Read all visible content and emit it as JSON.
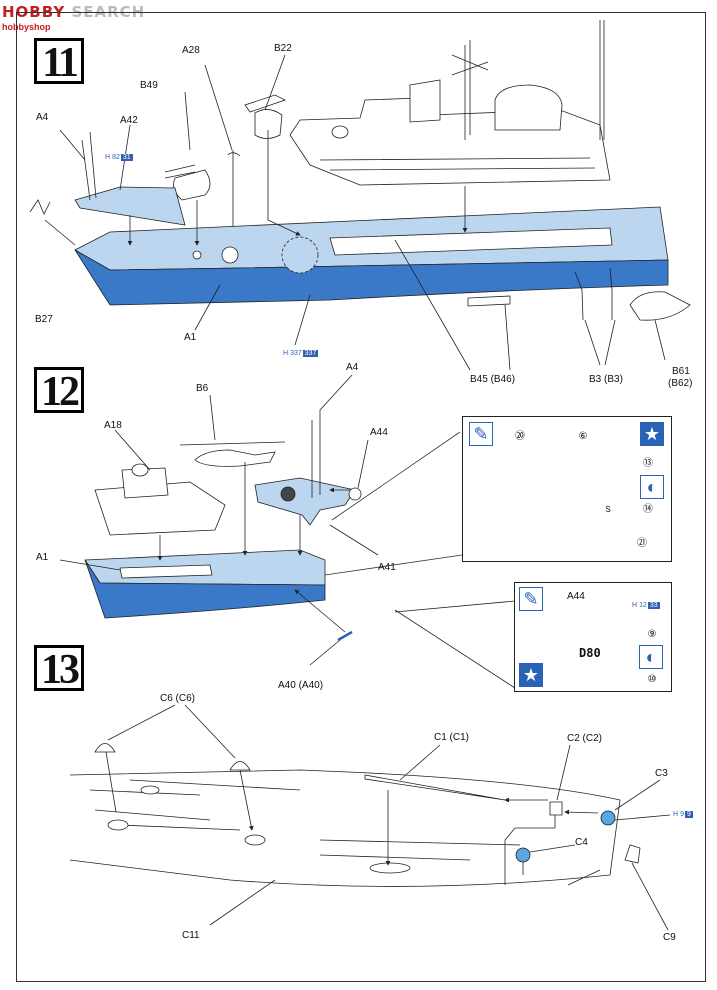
{
  "watermark": {
    "brand_a": "HOBBY",
    "brand_b": "SEARCH",
    "sub": "hobbyshop"
  },
  "steps": [
    "11",
    "12",
    "13"
  ],
  "step11": {
    "labels": {
      "a4": "A4",
      "a42": "A42",
      "b49": "B49",
      "a28": "A28",
      "b22": "B22",
      "b27": "B27",
      "a1": "A1",
      "b45": "B45 (B46)",
      "b3": "B3 (B3)",
      "b61": "B61",
      "b62": "(B62)"
    },
    "refs": {
      "r1": {
        "h": "H",
        "a": "82",
        "b": "31"
      },
      "r2": {
        "h": "H",
        "a": "337",
        "b": "337"
      }
    }
  },
  "step12": {
    "labels": {
      "b6": "B6",
      "a4": "A4",
      "a18": "A18",
      "a44": "A44",
      "a1": "A1",
      "a41": "A41",
      "a40": "A40 (A40)"
    },
    "inset1": {
      "n20": "⑳",
      "n6": "⑥",
      "n13": "⑬",
      "n14": "⑭",
      "n21": "㉑",
      "s": "S"
    },
    "inset2": {
      "a44": "A44",
      "ref": {
        "h": "H",
        "a": "12",
        "b": "33"
      },
      "n9": "⑨",
      "n10": "⑩",
      "hull_no": "D80"
    }
  },
  "step13": {
    "labels": {
      "c6": "C6 (C6)",
      "c1": "C1 (C1)",
      "c2": "C2 (C2)",
      "c3": "C3",
      "c4": "C4",
      "c9": "C9",
      "c11": "C11"
    },
    "ref": {
      "h": "H",
      "a": "9",
      "b": "9"
    }
  },
  "colors": {
    "hull_blue": "#3a78c8",
    "deck_blue": "#bcd6ef",
    "accent": "#2a62b5"
  },
  "icons": [
    "brush-icon",
    "star-icon",
    "decal-icon"
  ]
}
